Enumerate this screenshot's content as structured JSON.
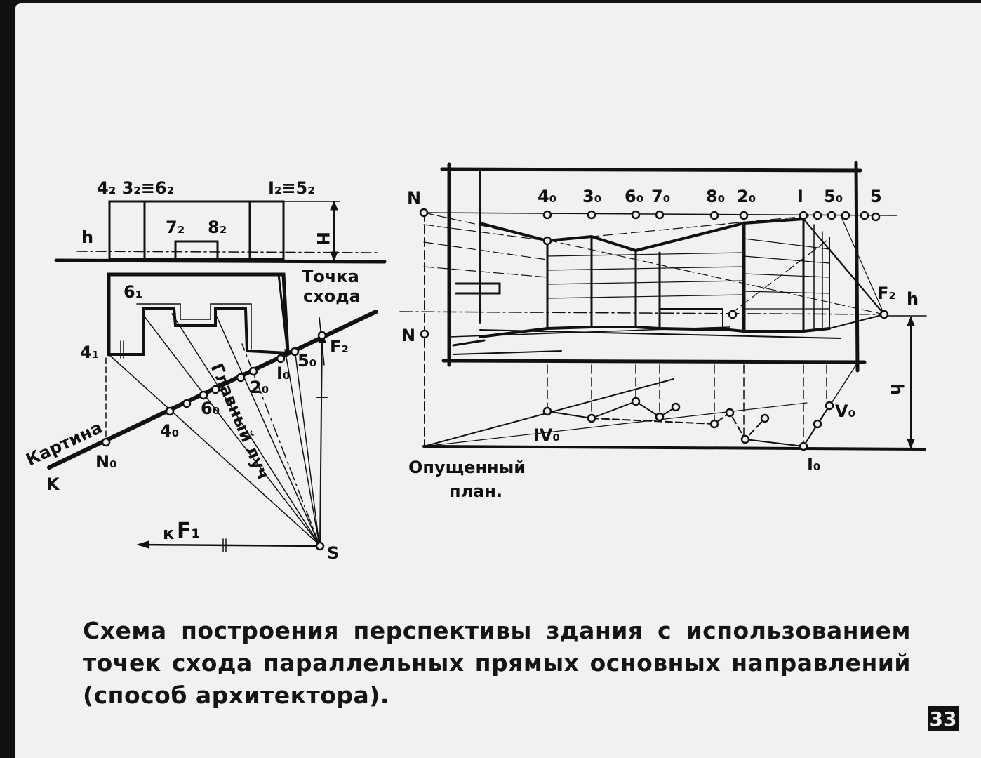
{
  "plan_labels": {
    "top_left": "4₂ 3₂≡6₂",
    "top_right": "I₂≡5₂",
    "h": "h",
    "H": "H",
    "mid_72": "7₂",
    "mid_82": "8₂",
    "vanishing_1": "Точка",
    "vanishing_2": "схода",
    "p61": "6₁",
    "p41": "4₁",
    "p50": "5₀",
    "F2": "F₂",
    "I0": "I₀",
    "p20": "2₀",
    "p60": "6₀",
    "p40": "4₀",
    "N0": "N₀",
    "K": "K",
    "picture": "Картина",
    "main_ray": "Главный луч",
    "to_F1_k": "к",
    "to_F1": "F₁",
    "S": "S"
  },
  "perspective_labels": {
    "N_top": "N",
    "N_mid": "N",
    "p40": "4₀",
    "p30": "3₀",
    "p60": "6₀",
    "p70": "7₀",
    "p80": "8₀",
    "p20": "2₀",
    "I": "I",
    "p50": "5₀",
    "p5": "5",
    "F2": "F₂",
    "h_right": "h",
    "h_vert": "h",
    "V0": "V₀",
    "IV0": "IV₀",
    "I0": "I₀",
    "lowered_plan_1": "Опущенный",
    "lowered_plan_2": "план."
  },
  "caption": {
    "line1": "Схема построения перспективы здания с использованием",
    "line2": "точек схода параллельных прямых основных направлений",
    "line3": "(способ архитектора)."
  },
  "page_number": "33"
}
